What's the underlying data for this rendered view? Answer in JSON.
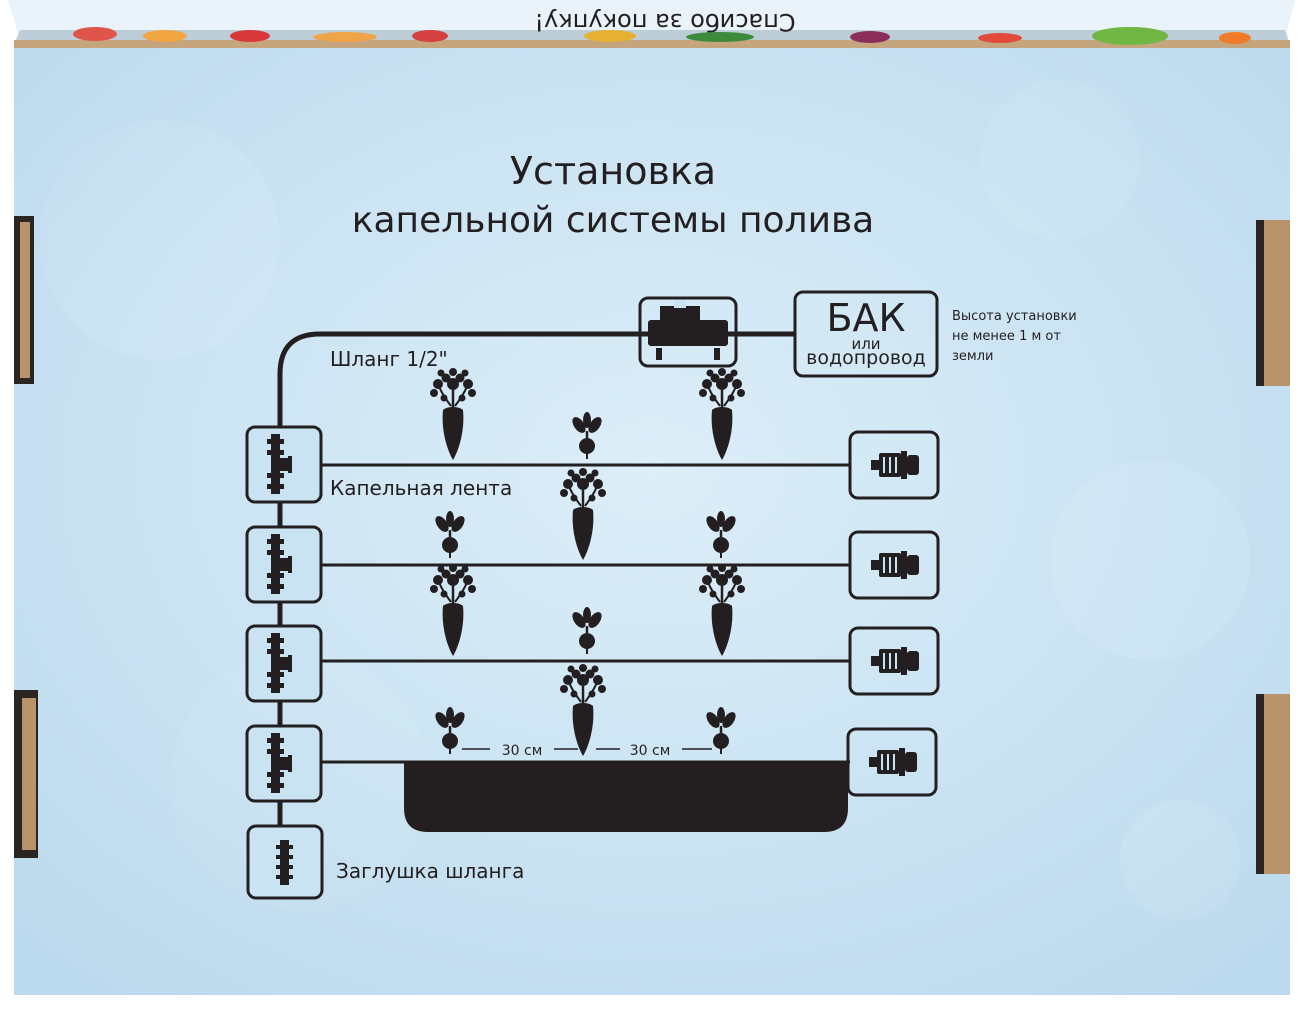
{
  "title": {
    "line1": "Установка",
    "line2": "капельной системы полива"
  },
  "top_flap_text": "Спасибо за покупку!",
  "tank": {
    "label": "БАК",
    "or": "или",
    "alt": "водопровод"
  },
  "tank_note": {
    "line1": "Высота установки",
    "line2": "не менее 1 м от",
    "line3": "земли"
  },
  "labels": {
    "hose": "Шланг 1/2\"",
    "drip_tape": "Капельная лента",
    "hose_plug": "Заглушка шланга"
  },
  "spacing": {
    "left": "30 см",
    "right": "30 см"
  },
  "colors": {
    "background": "#c9e3f3",
    "ink": "#231f20",
    "cardboard": "#b9946a"
  },
  "icons": {
    "plant_carrot": "carrot-icon",
    "plant_beet": "beet-icon",
    "connector": "tee-connector-icon",
    "end_plug": "end-plug-icon",
    "valve": "valve-icon",
    "soil": "soil-bed-icon"
  }
}
